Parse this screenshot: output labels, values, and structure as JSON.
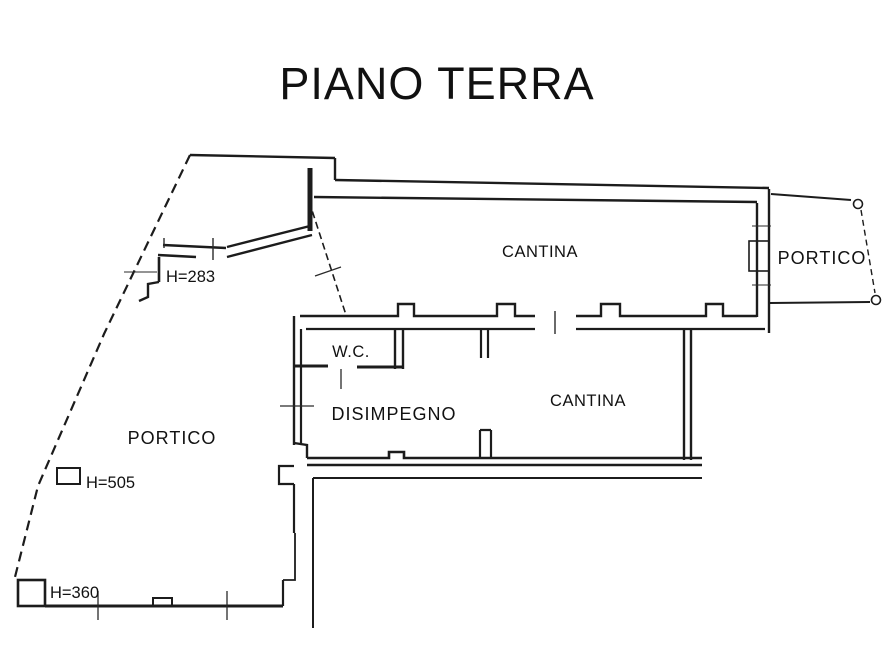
{
  "title": "PIANO TERRA",
  "rooms": {
    "cantina_upper": {
      "label": "CANTINA"
    },
    "portico_right": {
      "label": "PORTICO"
    },
    "wc": {
      "label": "W.C."
    },
    "disimpegno": {
      "label": "DISIMPEGNO"
    },
    "cantina_lower": {
      "label": "CANTINA"
    },
    "portico_left": {
      "label": "PORTICO"
    }
  },
  "annotations": {
    "h283": "H=283",
    "h505": "H=505",
    "h360": "H=360"
  },
  "colors": {
    "line": "#1c1c1c",
    "background": "#ffffff"
  }
}
